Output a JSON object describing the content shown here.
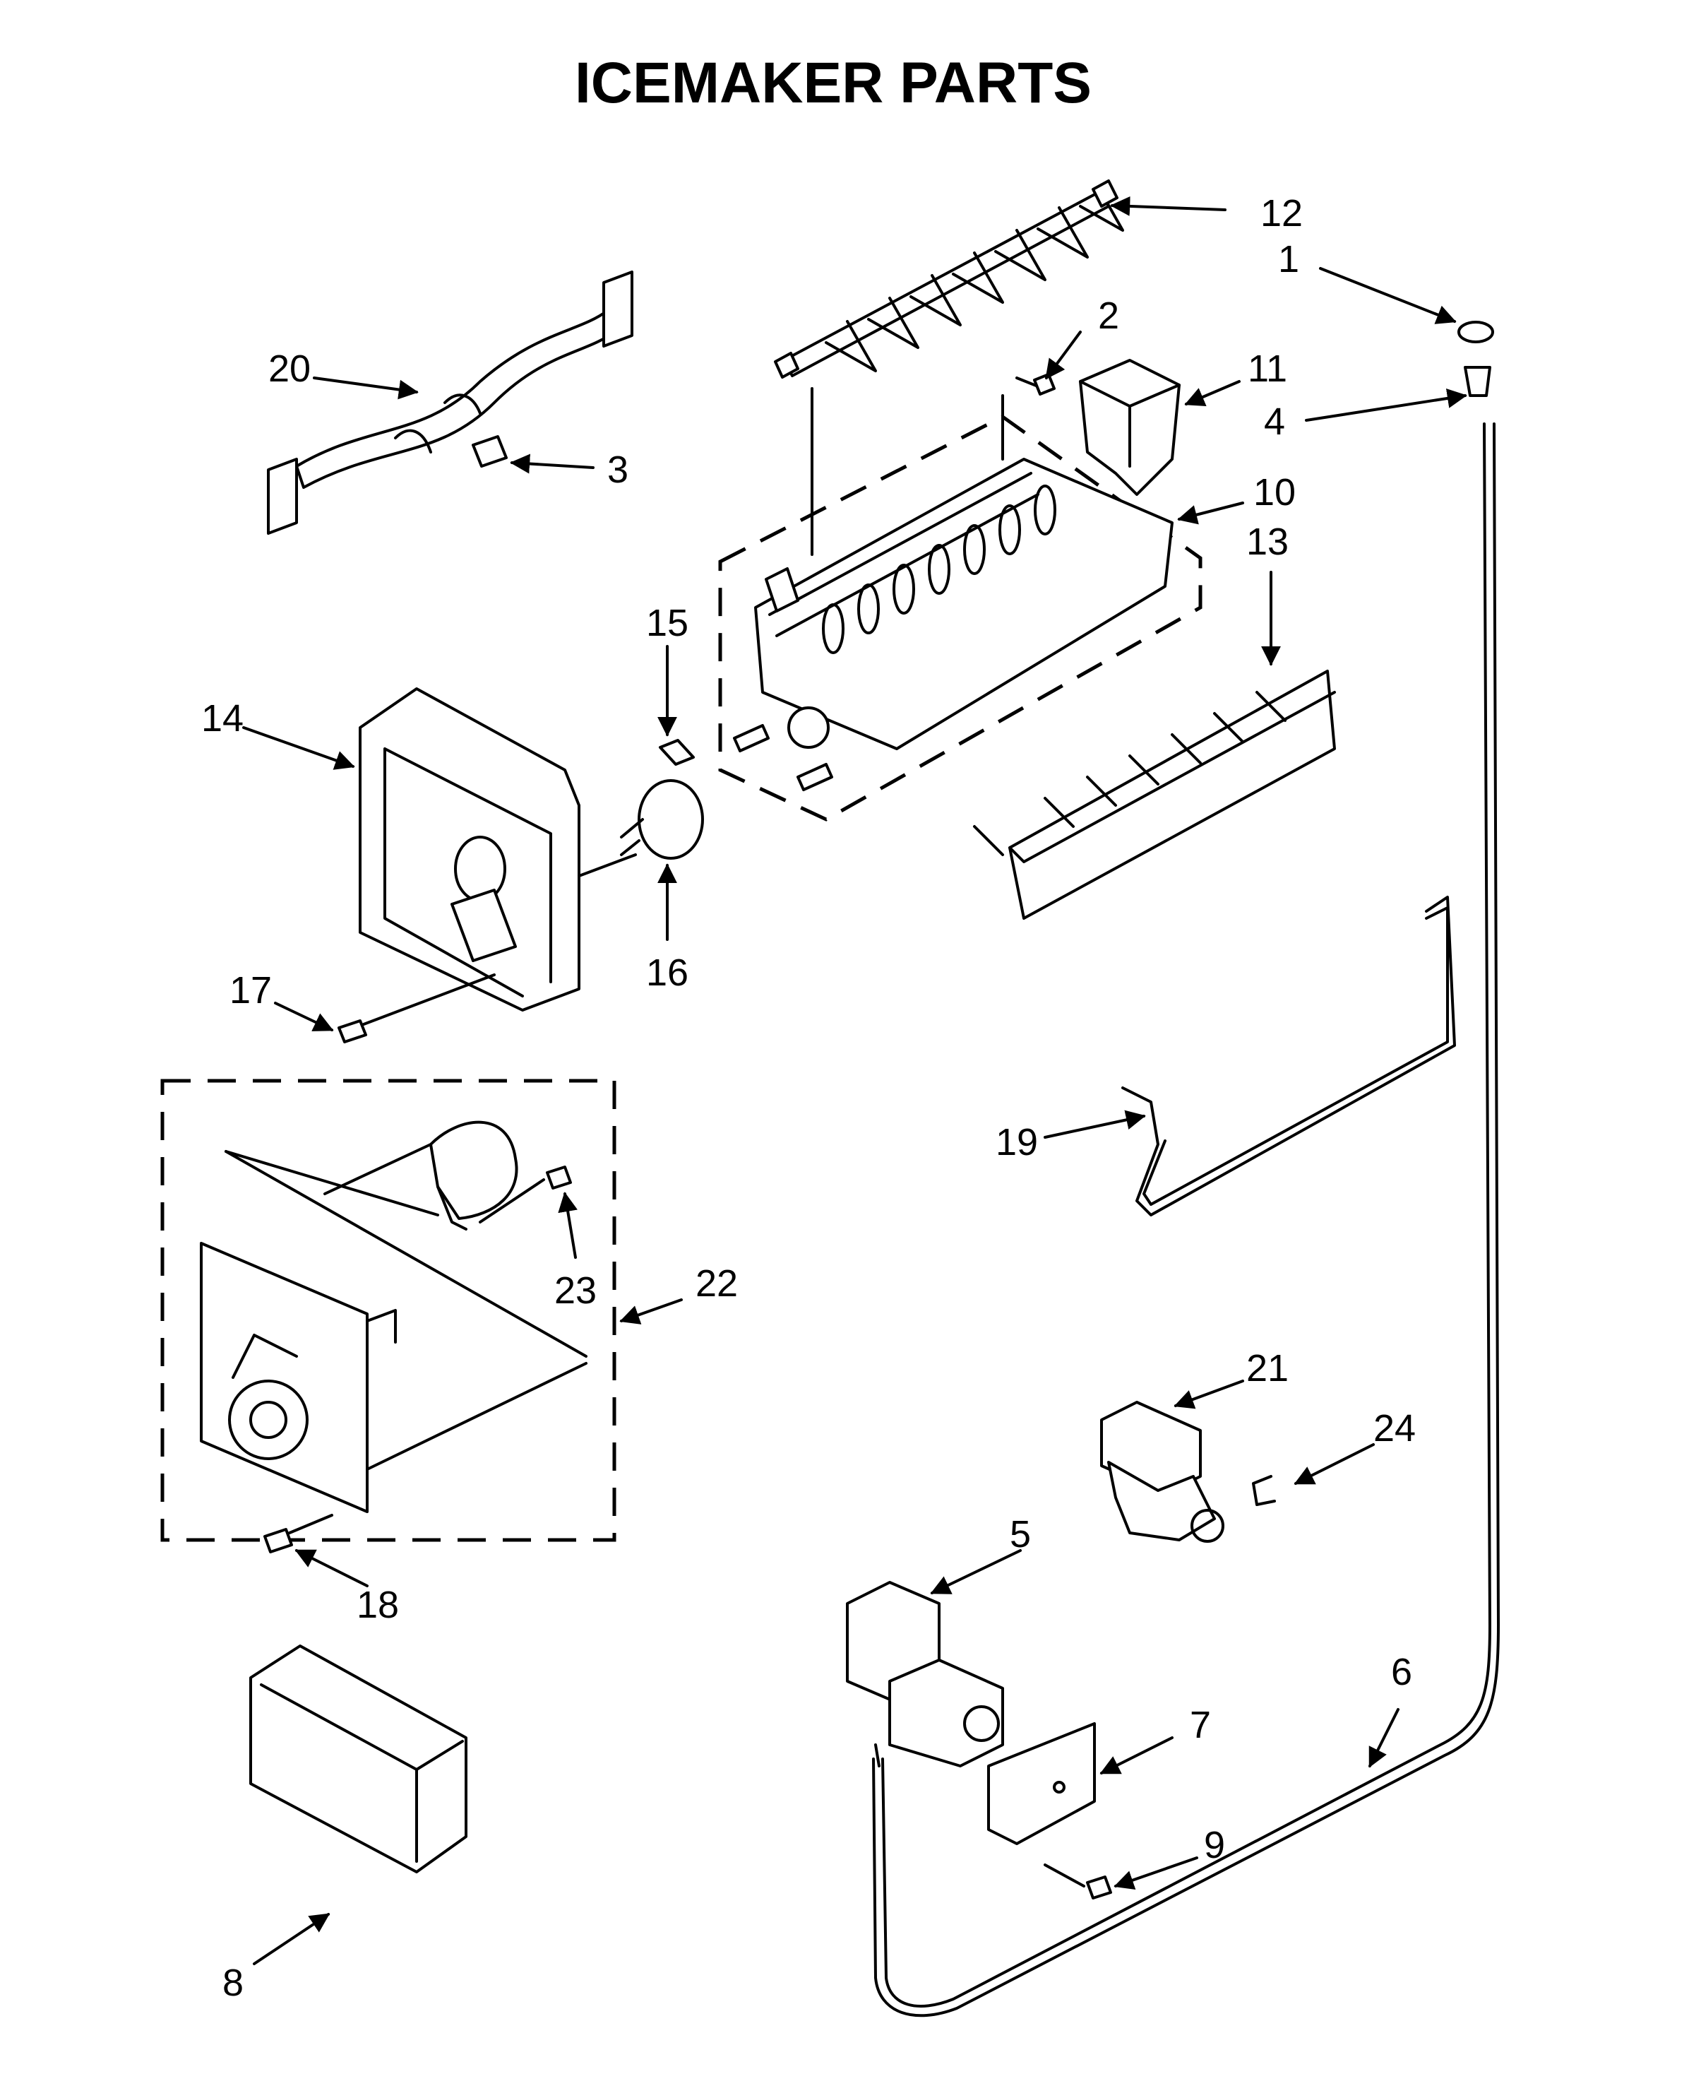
{
  "title": "ICEMAKER PARTS",
  "callouts": [
    "1",
    "2",
    "3",
    "4",
    "5",
    "6",
    "7",
    "8",
    "9",
    "10",
    "11",
    "12",
    "13",
    "14",
    "15",
    "16",
    "17",
    "18",
    "19",
    "20",
    "21",
    "22",
    "23",
    "24"
  ],
  "icons": [
    "arrow-icon"
  ],
  "colors": {
    "ink": "#000000",
    "paper": "#ffffff"
  }
}
